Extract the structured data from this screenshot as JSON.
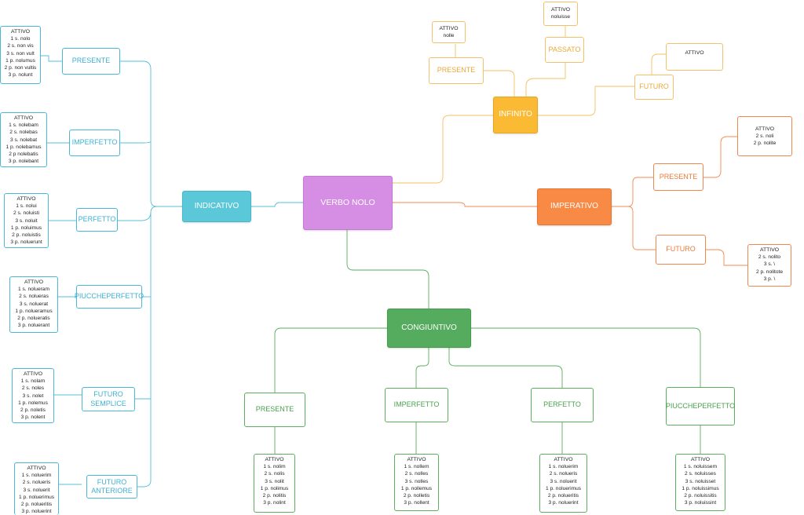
{
  "colors": {
    "root": "#d58ee4",
    "indicativo": "#5ac8d8",
    "infinito": "#fbba34",
    "imperativo": "#f98a45",
    "congiuntivo": "#55ab5e"
  },
  "root": {
    "label": "VERBO NOLO"
  },
  "indicativo": {
    "label": "INDICATIVO",
    "presente": {
      "label": "PRESENTE",
      "title": "ATTIVO",
      "rows": [
        "1 s.    nolo",
        "2 s.    non vis",
        "3 s.    non vult",
        "1 p.    nolumus",
        "2 p.    non vultis",
        "3 p.    nolunt"
      ]
    },
    "imperfetto": {
      "label": "IMPERFETTO",
      "title": "ATTIVO",
      "rows": [
        "1 s.    nolebam",
        "2 s.    nolebas",
        "3 s.    nolebat",
        "1 p.    nolebamus",
        "2 p    nolebatis",
        "3 p.    nolebant"
      ]
    },
    "perfetto": {
      "label": "PERFETTO",
      "title": "ATTIVO",
      "rows": [
        "1 s.    nolui",
        "2 s.    noluisti",
        "3 s.    noluit",
        "1 p.    noluimus",
        "2 p.    noluistis",
        "3 p.    noluerunt"
      ]
    },
    "piuccheperfetto": {
      "label": "PIUCCHEPERFETTO",
      "title": "ATTIVO",
      "rows": [
        "1 s.    nolueram",
        "2 s.    nolueras",
        "3 s.    noluerat",
        "1 p.    nolueramus",
        "2 p.    nolueratis",
        "3 p.    noluerant"
      ]
    },
    "futuro_semplice": {
      "label_1": "FUTURO",
      "label_2": "SEMPLICE",
      "title": "ATTIVO",
      "rows": [
        "1 s.    nolam",
        "2 s.    noles",
        "3 s.    nolet",
        "1 p.    nolemus",
        "2 p.    noletis",
        "3 p.    nolent"
      ]
    },
    "futuro_anteriore": {
      "label_1": "FUTURO",
      "label_2": "ANTERIORE",
      "title": "ATTIVO",
      "rows": [
        "1 s.    noluerim",
        "2 s.    nolueris",
        "3 s.    noluerit",
        "1 p.    noluerimus",
        "2 p.    nolueritis",
        "3 p.    noluerint"
      ]
    }
  },
  "infinito": {
    "label": "INFINITO",
    "presente": {
      "label": "PRESENTE",
      "title": "ATTIVO",
      "rows": [
        "nolle"
      ]
    },
    "passato": {
      "label": "PASSATO",
      "title": "ATTIVO",
      "rows": [
        "noluisse"
      ]
    },
    "futuro": {
      "label": "FUTURO",
      "title": "ATTIVO",
      "rows": []
    }
  },
  "imperativo": {
    "label": "IMPERATIVO",
    "presente": {
      "label": "PRESENTE",
      "title": "ATTIVO",
      "rows": [
        "2 s.    noli",
        "2 p.    nolite"
      ]
    },
    "futuro": {
      "label": "FUTURO",
      "title": "ATTIVO",
      "rows": [
        "2 s.    nolito",
        "3 s.      \\",
        "2 p.    nolitote",
        "3 p.      \\"
      ]
    }
  },
  "congiuntivo": {
    "label": "CONGIUNTIVO",
    "presente": {
      "label": "PRESENTE",
      "title": "ATTIVO",
      "rows": [
        "1 s.    nolim",
        "2 s.    nolis",
        "3 s.    nolit",
        "1 p.    nolimus",
        "2 p.    nolitis",
        "3 p.    nolint"
      ]
    },
    "imperfetto": {
      "label": "IMPERFETTO",
      "title": "ATTIVO",
      "rows": [
        "1 s.    nollem",
        "2 s.    nolles",
        "3 s.    nolles",
        "1 p.    nollemus",
        "2 p.    nolletis",
        "3 p.    nollent"
      ]
    },
    "perfetto": {
      "label": "PERFETTO",
      "title": "ATTIVO",
      "rows": [
        "1 s.    noluerim",
        "2 s.    nolueris",
        "3 s.    noluerit",
        "1 p.    noluerimus",
        "2 p.    nolueritis",
        "3 p.    noluerint"
      ]
    },
    "piuccheperfetto": {
      "label": "PIUCCHEPERFETTO",
      "title": "ATTIVO",
      "rows": [
        "1 s.    noluissem",
        "2 s.    noluisses",
        "3 s.    noluisset",
        "1 p.    noluissimus",
        "2 p.    noluissitis",
        "3 p.    noluissint"
      ]
    }
  }
}
